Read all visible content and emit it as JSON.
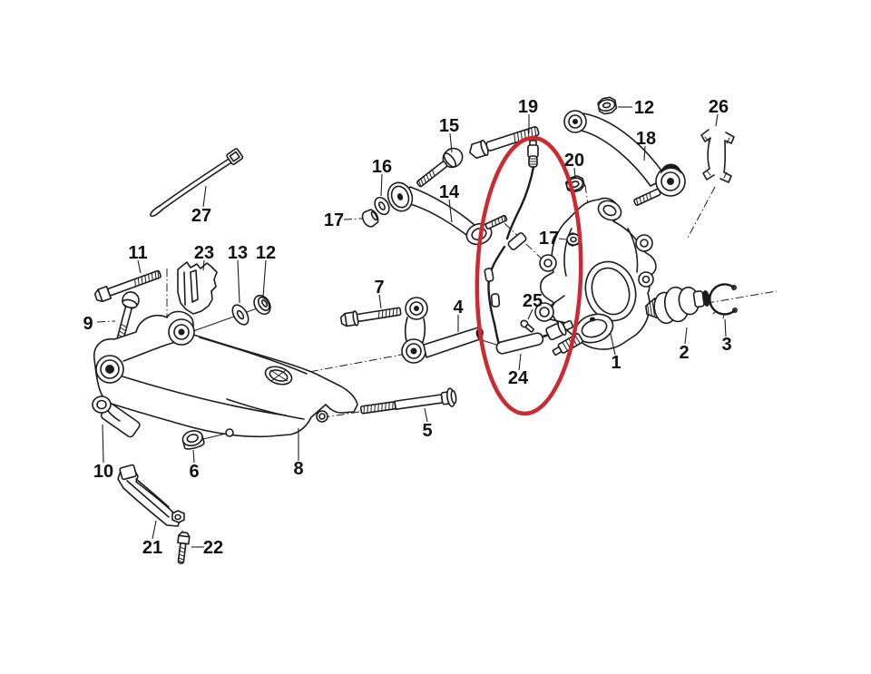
{
  "diagram": {
    "type": "exploded-parts-drawing",
    "background": "#ffffff",
    "ink_color": "#1c1c1c",
    "highlight": {
      "shape": "ellipse",
      "color": "#cb2a33"
    },
    "labels": [
      {
        "text": "1"
      },
      {
        "text": "2"
      },
      {
        "text": "3"
      },
      {
        "text": "4"
      },
      {
        "text": "5"
      },
      {
        "text": "6"
      },
      {
        "text": "7"
      },
      {
        "text": "8"
      },
      {
        "text": "9"
      },
      {
        "text": "10"
      },
      {
        "text": "11"
      },
      {
        "text": "12"
      },
      {
        "text": "12"
      },
      {
        "text": "13"
      },
      {
        "text": "14"
      },
      {
        "text": "15"
      },
      {
        "text": "16"
      },
      {
        "text": "17"
      },
      {
        "text": "17"
      },
      {
        "text": "18"
      },
      {
        "text": "19"
      },
      {
        "text": "20"
      },
      {
        "text": "21"
      },
      {
        "text": "22"
      },
      {
        "text": "23"
      },
      {
        "text": "24"
      },
      {
        "text": "25"
      },
      {
        "text": "26"
      },
      {
        "text": "27"
      }
    ]
  }
}
